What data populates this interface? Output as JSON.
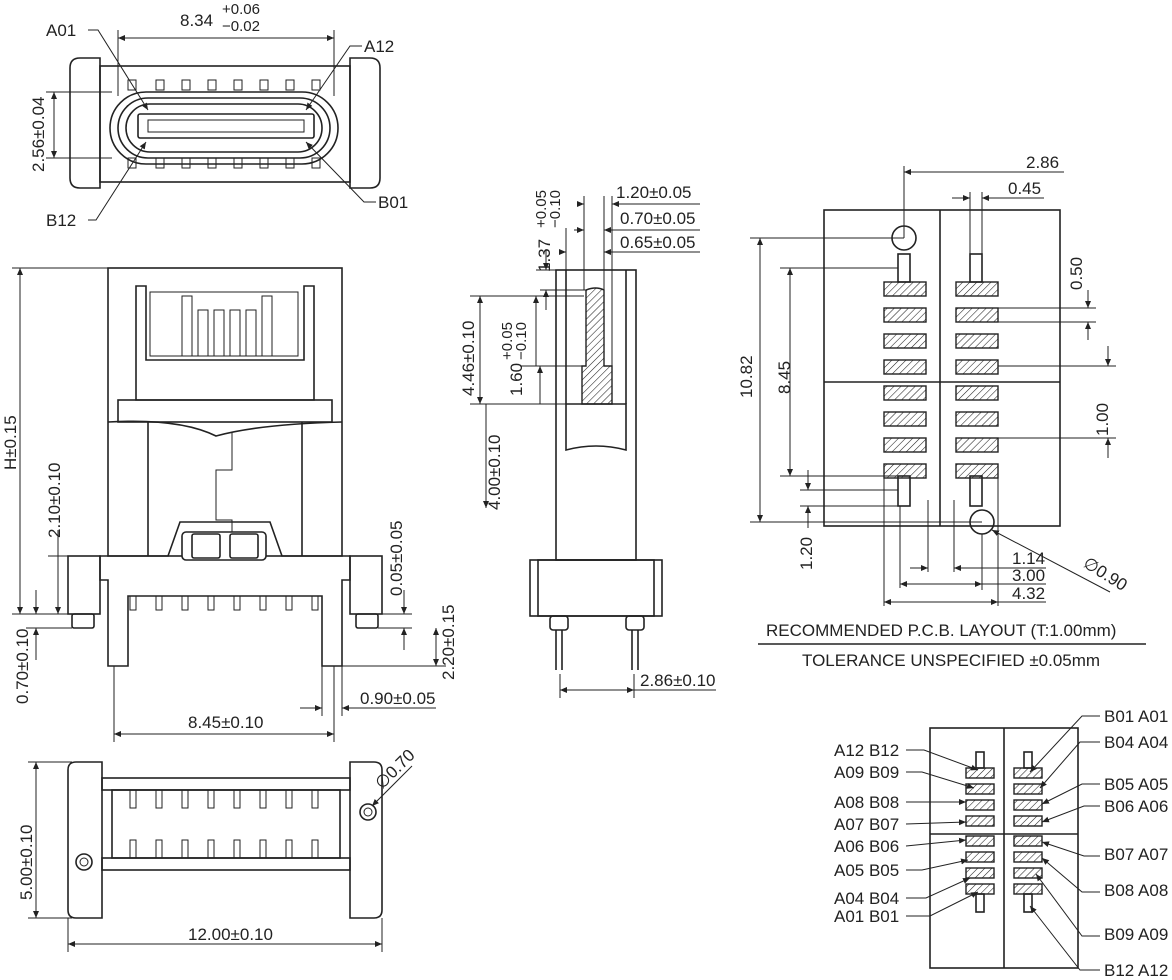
{
  "top_view": {
    "width_dim": "8.34",
    "width_tol_plus": "+0.06",
    "width_tol_minus": "−0.02",
    "height_dim": "2.56±0.04",
    "label_a01": "A01",
    "label_a12": "A12",
    "label_b12": "B12",
    "label_b01": "B01"
  },
  "front_view": {
    "height_h": "H±0.15",
    "dim_210": "2.10±0.10",
    "dim_005": "0.05±0.05",
    "dim_070": "0.70±0.10",
    "dim_220": "2.20±0.15",
    "dim_090": "0.90±0.05",
    "dim_845": "8.45±0.10"
  },
  "side_view": {
    "dim_120": "1.20±0.05",
    "dim_070": "0.70±0.05",
    "dim_065": "0.65±0.05",
    "dim_137": "1.37",
    "dim_137_plus": "+0.05",
    "dim_137_minus": "−0.10",
    "dim_446": "4.46±0.10",
    "dim_160": "1.60",
    "dim_160_plus": "+0.05",
    "dim_160_minus": "−0.10",
    "dim_400": "4.00±0.10",
    "dim_286": "2.86±0.10"
  },
  "pcb_layout": {
    "dim_286": "2.86",
    "dim_045": "0.45",
    "dim_050": "0.50",
    "dim_100": "1.00",
    "dim_1082": "10.82",
    "dim_845": "8.45",
    "dim_120": "1.20",
    "dim_114": "1.14",
    "dim_300": "3.00",
    "dim_432": "4.32",
    "dim_090": "∅0.90",
    "title": "RECOMMENDED   P.C.B.  LAYOUT  (T:1.00mm)",
    "note": "TOLERANCE  UNSPECIFIED  ±0.05mm"
  },
  "bottom_view": {
    "dim_500": "5.00±0.10",
    "dim_1200": "12.00±0.10",
    "dim_070": "∅0.70"
  },
  "pinout": {
    "left": [
      "A12  B12",
      "A09  B09",
      "A08  B08",
      "A07  B07",
      "A06  B06",
      "A05  B05",
      "A04  B04",
      "A01  B01"
    ],
    "right": [
      "B01  A01",
      "B04  A04",
      "B05  A05",
      "B06  A06",
      "B07  A07",
      "B08  A08",
      "B09  A09",
      "B12  A12"
    ]
  }
}
